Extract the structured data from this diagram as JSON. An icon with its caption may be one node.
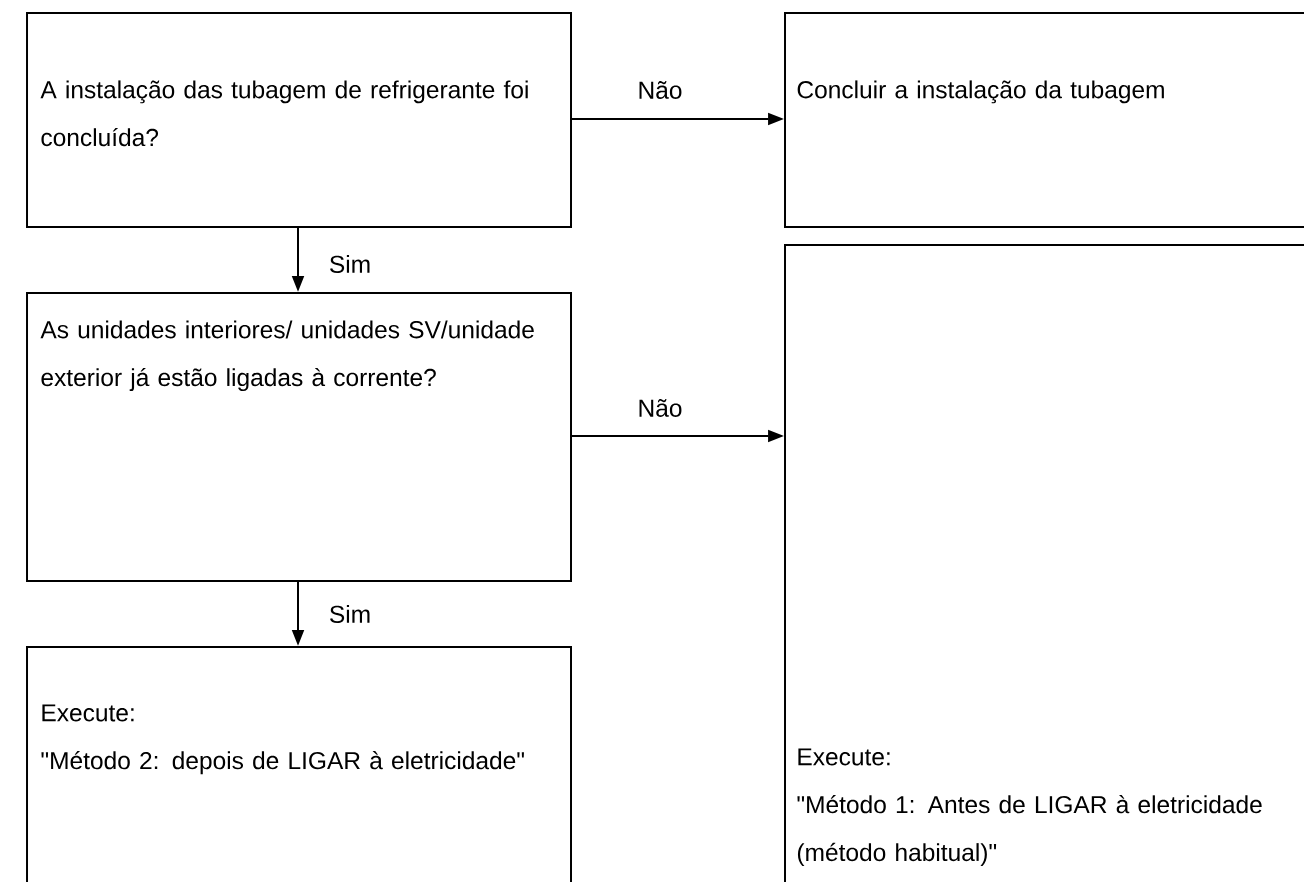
{
  "diagram": {
    "nodes": [
      {
        "text": [
          "A instalação das tubagem de refrigerante foi concluída?"
        ]
      },
      {
        "text": [
          "Concluir a instalação da tubagem"
        ]
      },
      {
        "text": [
          "As unidades interiores/ unidades SV/unidade exterior já estão ligadas à corrente?"
        ]
      },
      {
        "text": [
          "Execute:",
          "\"Método 1: Antes de LIGAR à eletricidade (método habitual)\""
        ]
      },
      {
        "text": [
          "Execute:",
          "\"Método 2: depois de LIGAR à eletricidade\""
        ]
      }
    ],
    "edges": [
      {
        "from": 0,
        "to": 1,
        "arrow": "to",
        "label": "Não"
      },
      {
        "from": 0,
        "to": 2,
        "arrow": "to",
        "label": "Sim"
      },
      {
        "from": 2,
        "to": 3,
        "arrow": "to",
        "label": "Não"
      },
      {
        "from": 2,
        "to": 4,
        "arrow": "to",
        "label": "Sim"
      }
    ]
  }
}
